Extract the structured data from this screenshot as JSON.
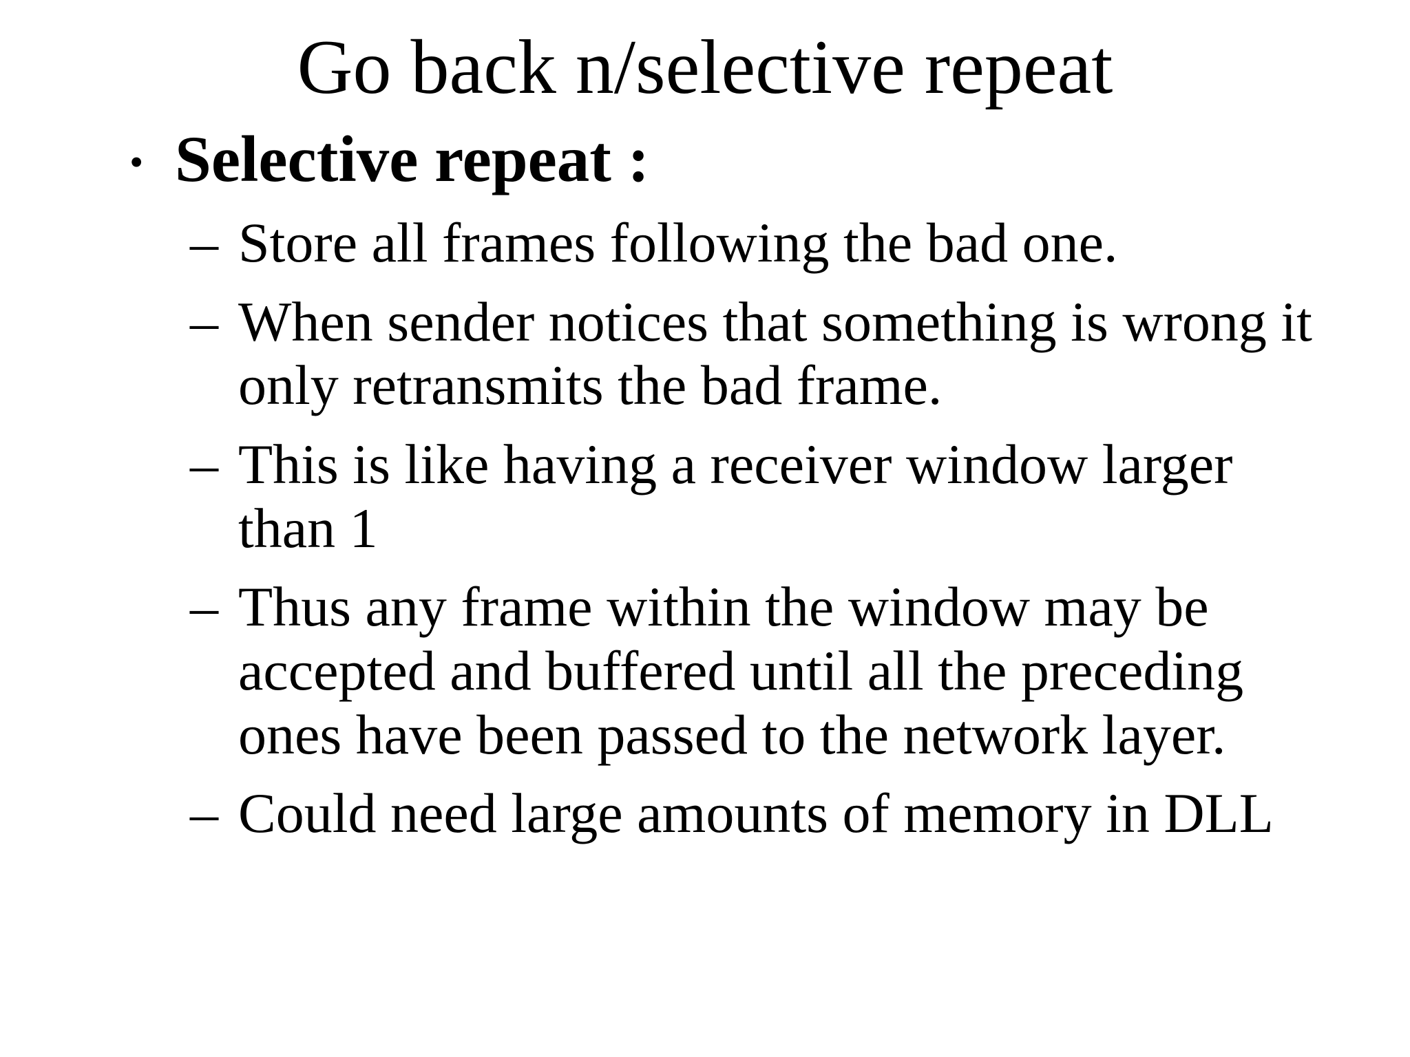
{
  "slide": {
    "title": "Go back n/selective repeat",
    "bullet": {
      "marker": "•",
      "label": "Selective repeat :"
    },
    "sub_bullets": [
      {
        "marker": "–",
        "text": "Store all frames following the bad one."
      },
      {
        "marker": "–",
        "text": "When sender notices that something is wrong it\nonly retransmits the bad frame."
      },
      {
        "marker": "–",
        "text": "This is like having a receiver window larger\nthan 1"
      },
      {
        "marker": "–",
        "text": "Thus any frame within the window may be\naccepted and buffered until all the preceding\nones have been passed to the network layer."
      },
      {
        "marker": "–",
        "text": "Could need large amounts of memory in DLL"
      }
    ],
    "colors": {
      "background": "#ffffff",
      "text": "#000000"
    }
  }
}
